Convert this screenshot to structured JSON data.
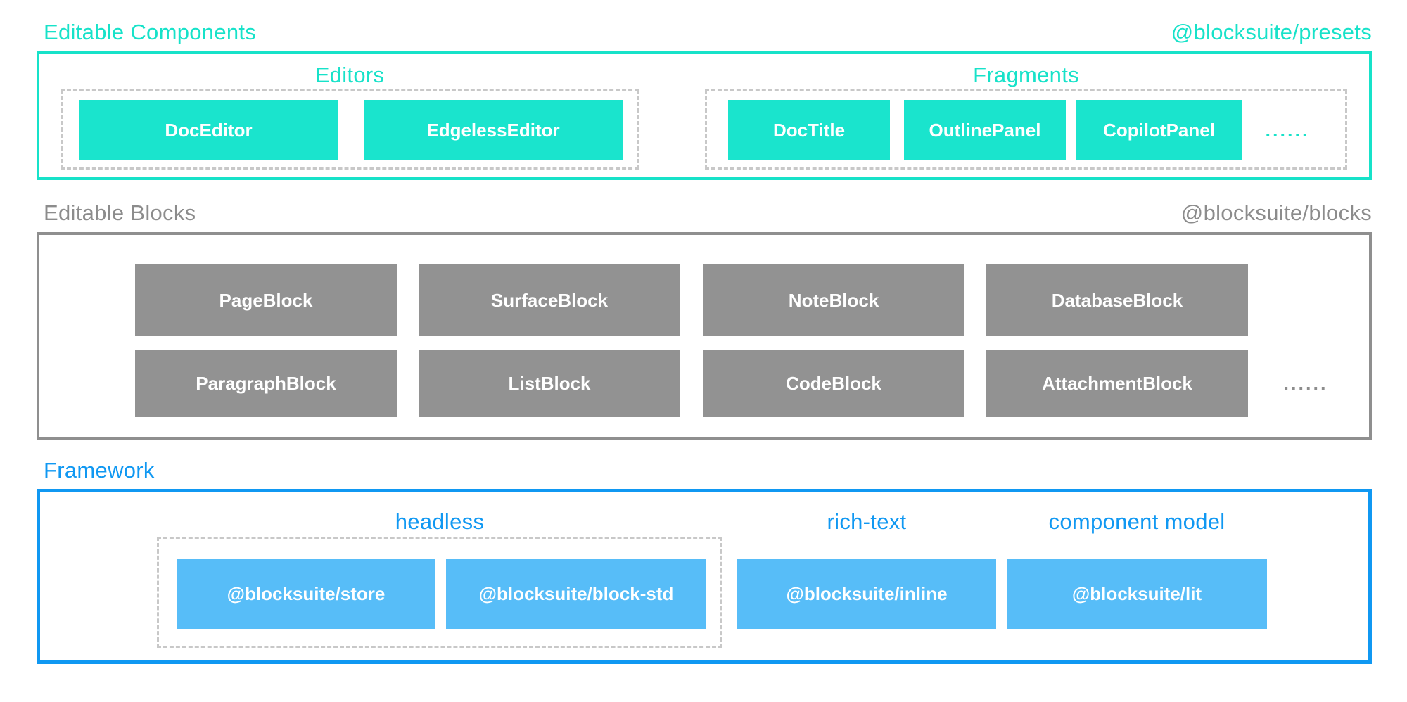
{
  "palette": {
    "teal": "#17E2C9",
    "teal_fill": "#1AE4CD",
    "gray": "#8F8F8F",
    "gray_fill": "#929292",
    "gray_text": "#8C8C8C",
    "blue": "#1098F2",
    "blue_fill": "#57BDF8",
    "dashed": "#C8C8C8"
  },
  "sections": {
    "presets": {
      "title": "Editable Components",
      "package": "@blocksuite/presets",
      "groups": [
        {
          "label": "Editors",
          "blocks": [
            "DocEditor",
            "EdgelessEditor"
          ]
        },
        {
          "label": "Fragments",
          "blocks": [
            "DocTitle",
            "OutlinePanel",
            "CopilotPanel"
          ],
          "ellipsis": "......"
        }
      ]
    },
    "blocks": {
      "title": "Editable Blocks",
      "package": "@blocksuite/blocks",
      "rows": [
        [
          "PageBlock",
          "SurfaceBlock",
          "NoteBlock",
          "DatabaseBlock"
        ],
        [
          "ParagraphBlock",
          "ListBlock",
          "CodeBlock",
          "AttachmentBlock"
        ]
      ],
      "ellipsis": "......"
    },
    "framework": {
      "title": "Framework",
      "groups": [
        {
          "label": "headless",
          "blocks": [
            "@blocksuite/store",
            "@blocksuite/block-std"
          ]
        },
        {
          "label": "rich-text",
          "blocks": [
            "@blocksuite/inline"
          ]
        },
        {
          "label": "component model",
          "blocks": [
            "@blocksuite/lit"
          ]
        }
      ]
    }
  }
}
